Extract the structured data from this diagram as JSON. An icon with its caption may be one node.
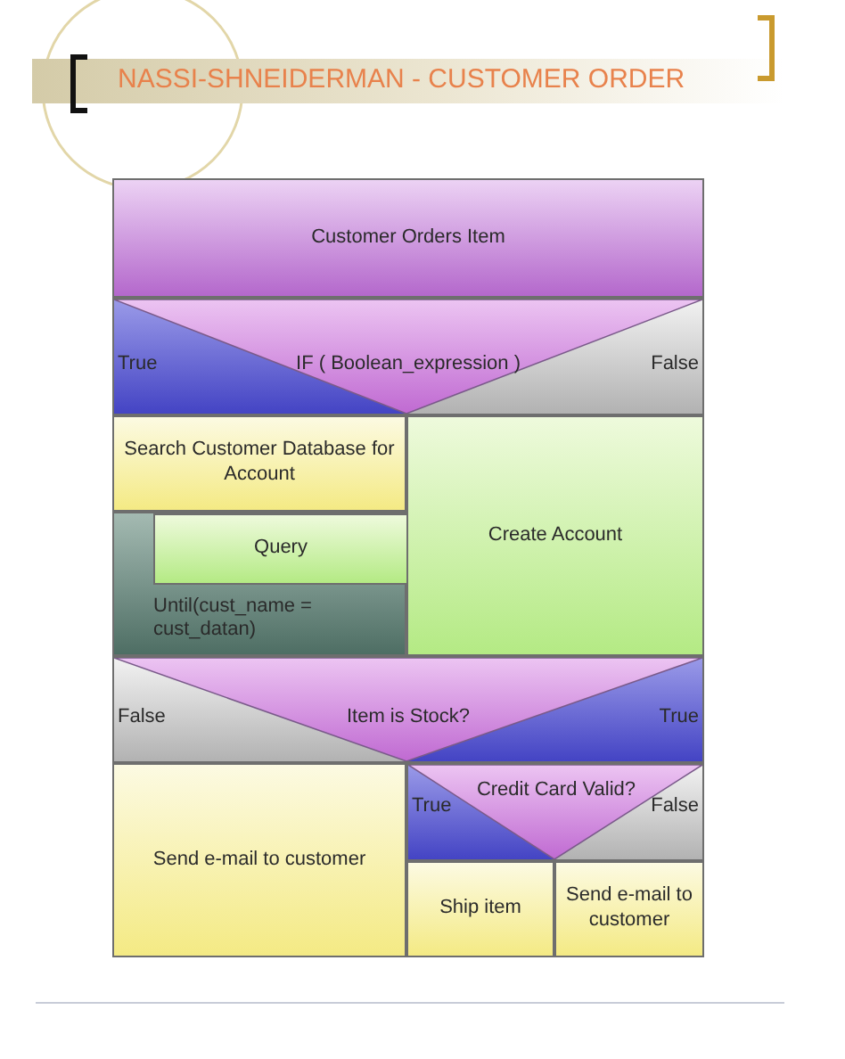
{
  "diagram": {
    "title": "NASSI-SHNEIDERMAN - CUSTOMER ORDER",
    "nodes": [
      {
        "text": [
          "Customer Orders Item"
        ]
      },
      {
        "text": [
          "True",
          "IF ( Boolean_expression )",
          "False"
        ]
      },
      {
        "text": [
          "Search Customer Database for Account"
        ]
      },
      {
        "text": [
          "Until(cust_name = cust_datan)"
        ]
      },
      {
        "text": [
          "Query"
        ],
        "in": 3
      },
      {
        "text": [
          "Create Account"
        ]
      },
      {
        "text": [
          "False",
          "Item is Stock?",
          "True"
        ]
      },
      {
        "text": [
          "Send e-mail to customer"
        ]
      },
      {
        "text": [
          "True",
          "Credit Card Valid?",
          "False"
        ]
      },
      {
        "text": [
          "Ship item"
        ]
      },
      {
        "text": [
          "Send e-mail to customer"
        ]
      }
    ]
  }
}
